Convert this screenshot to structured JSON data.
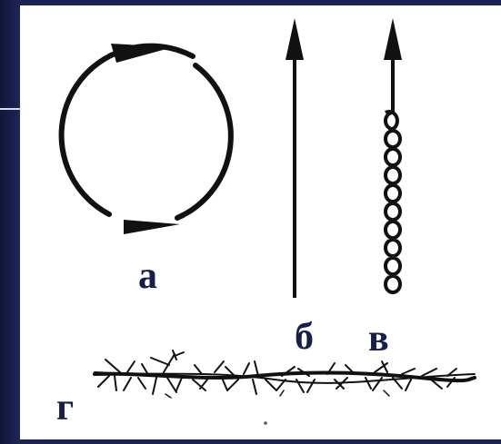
{
  "figure": {
    "labels": {
      "a": "а",
      "b": "б",
      "v": "в",
      "g": "г"
    },
    "colors": {
      "background": "#1c2350",
      "panel": "#ffffff",
      "stroke": "#111111",
      "label": "#161e4a"
    },
    "panels": [
      {
        "id": "a",
        "kind": "closed-circle-with-arrows"
      },
      {
        "id": "b",
        "kind": "straight-arrow-up"
      },
      {
        "id": "v",
        "kind": "coiled-arrow-up"
      },
      {
        "id": "g",
        "kind": "horizontal-branching-mycelium"
      }
    ]
  }
}
